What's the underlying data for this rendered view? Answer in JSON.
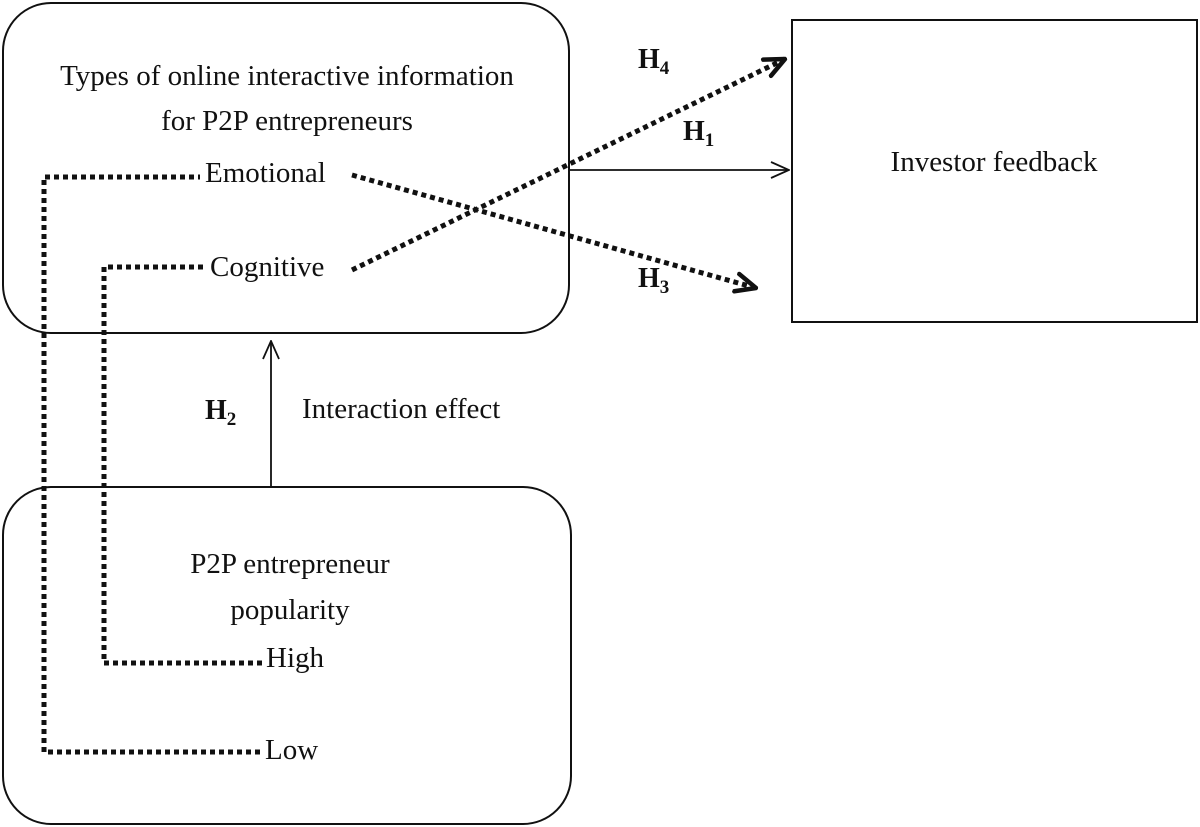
{
  "info_box": {
    "title_line1": "Types of online interactive information",
    "title_line2": "for P2P entrepreneurs",
    "emotional": "Emotional",
    "cognitive": "Cognitive"
  },
  "feedback_box": {
    "label": "Investor feedback"
  },
  "popularity_box": {
    "title_line1": "P2P entrepreneur",
    "title_line2": "popularity",
    "high": "High",
    "low": "Low"
  },
  "hypotheses": {
    "h1": {
      "letter": "H",
      "sub": "1"
    },
    "h2": {
      "letter": "H",
      "sub": "2"
    },
    "h3": {
      "letter": "H",
      "sub": "3"
    },
    "h4": {
      "letter": "H",
      "sub": "4"
    }
  },
  "interaction_label": "Interaction effect",
  "colors": {
    "stroke": "#111111",
    "background": "#ffffff"
  }
}
